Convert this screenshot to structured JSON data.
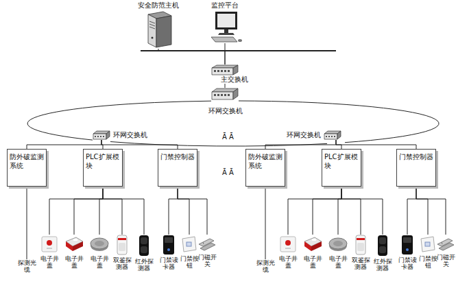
{
  "diagram": {
    "nodes": [
      {
        "text": [
          "安全防范主机"
        ]
      },
      {
        "text": [
          "监控平台"
        ]
      },
      {
        "text": [
          "主交换机"
        ]
      },
      {
        "text": [
          "环网交换机"
        ]
      },
      {
        "text": [
          "环网交换机"
        ]
      },
      {
        "text": [
          "环网交换机"
        ]
      },
      {
        "text": [
          "防外破监测系统"
        ]
      },
      {
        "text": [
          "PLC扩展模块"
        ]
      },
      {
        "text": [
          "门禁控制器"
        ]
      },
      {
        "text": [
          "探测光缆"
        ]
      },
      {
        "text": [
          "电子井盖"
        ]
      },
      {
        "text": [
          "电子井盖"
        ]
      },
      {
        "text": [
          "电子井盖"
        ]
      },
      {
        "text": [
          "双鉴探测器"
        ]
      },
      {
        "text": [
          "红外探测器"
        ]
      },
      {
        "text": [
          "门禁读卡器"
        ]
      },
      {
        "text": [
          "门禁按钮"
        ]
      },
      {
        "text": [
          "门磁开关"
        ]
      },
      {
        "text": [
          "防外破监测系统"
        ]
      },
      {
        "text": [
          "PLC扩展模块"
        ]
      },
      {
        "text": [
          "门禁控制器"
        ]
      },
      {
        "text": [
          "探测光缆"
        ]
      },
      {
        "text": [
          "电子井盖"
        ]
      },
      {
        "text": [
          "电子井盖"
        ]
      },
      {
        "text": [
          "电子井盖"
        ]
      },
      {
        "text": [
          "双鉴探测器"
        ]
      },
      {
        "text": [
          "红外探测器"
        ]
      },
      {
        "text": [
          "门禁读卡器"
        ]
      },
      {
        "text": [
          "门禁按钮"
        ]
      },
      {
        "text": [
          "门磁开关"
        ]
      }
    ],
    "edges": [
      {
        "from": 0,
        "to": 2,
        "arrow": "none"
      },
      {
        "from": 1,
        "to": 2,
        "arrow": "none"
      },
      {
        "from": 2,
        "to": 3,
        "arrow": "none"
      },
      {
        "from": 3,
        "to": 4,
        "arrow": "none"
      },
      {
        "from": 3,
        "to": 5,
        "arrow": "none"
      },
      {
        "from": 4,
        "to": 5,
        "arrow": "none"
      },
      {
        "from": 4,
        "to": 6,
        "arrow": "none"
      },
      {
        "from": 4,
        "to": 7,
        "arrow": "none"
      },
      {
        "from": 4,
        "to": 8,
        "arrow": "none"
      },
      {
        "from": 6,
        "to": 9,
        "arrow": "none"
      },
      {
        "from": 7,
        "to": 10,
        "arrow": "none"
      },
      {
        "from": 7,
        "to": 11,
        "arrow": "none"
      },
      {
        "from": 7,
        "to": 12,
        "arrow": "none"
      },
      {
        "from": 7,
        "to": 13,
        "arrow": "none"
      },
      {
        "from": 7,
        "to": 14,
        "arrow": "none"
      },
      {
        "from": 8,
        "to": 15,
        "arrow": "none"
      },
      {
        "from": 8,
        "to": 16,
        "arrow": "none"
      },
      {
        "from": 8,
        "to": 17,
        "arrow": "none"
      },
      {
        "from": 5,
        "to": 18,
        "arrow": "none"
      },
      {
        "from": 5,
        "to": 19,
        "arrow": "none"
      },
      {
        "from": 5,
        "to": 20,
        "arrow": "none"
      },
      {
        "from": 18,
        "to": 21,
        "arrow": "none"
      },
      {
        "from": 19,
        "to": 22,
        "arrow": "none"
      },
      {
        "from": 19,
        "to": 23,
        "arrow": "none"
      },
      {
        "from": 19,
        "to": 24,
        "arrow": "none"
      },
      {
        "from": 19,
        "to": 25,
        "arrow": "none"
      },
      {
        "from": 19,
        "to": 26,
        "arrow": "none"
      },
      {
        "from": 20,
        "to": 27,
        "arrow": "none"
      },
      {
        "from": 20,
        "to": 28,
        "arrow": "none"
      },
      {
        "from": 20,
        "to": 29,
        "arrow": "none"
      }
    ],
    "labels": [
      "Ā Ā",
      "Ā Ā"
    ]
  }
}
